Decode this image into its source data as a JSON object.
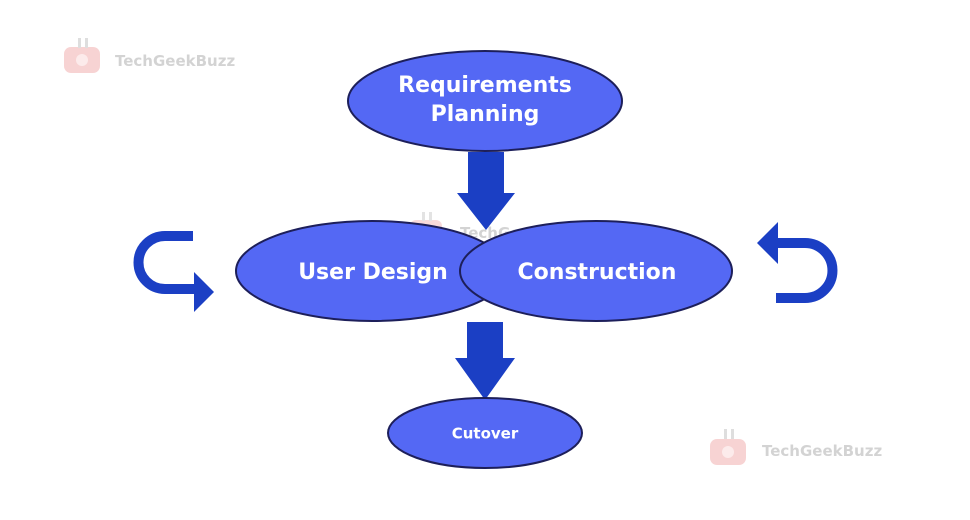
{
  "diagram": {
    "nodes": {
      "requirements_planning": {
        "line1": "Requirements",
        "line2": "Planning"
      },
      "user_design": {
        "label": "User Design"
      },
      "construction": {
        "label": "Construction"
      },
      "cutover": {
        "label": "Cutover"
      }
    },
    "colors": {
      "node_fill": "#5468f4",
      "node_stroke": "#1d1f5a",
      "arrow": "#1b3fc4",
      "watermark": "#c9c9c9",
      "logo": "#f3b6b6"
    }
  },
  "watermarks": [
    {
      "text": "TechGeekBuzz"
    },
    {
      "text": "TechGeekBuzz"
    },
    {
      "text": "TechGeekBuzz"
    }
  ]
}
